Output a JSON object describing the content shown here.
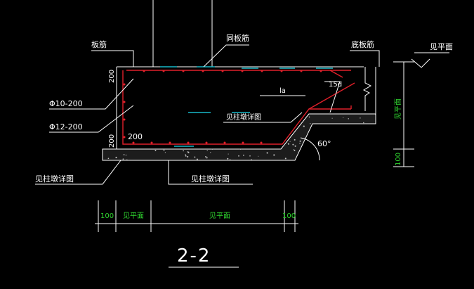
{
  "title": "2-2",
  "labels": {
    "slab_rebar": "板筋",
    "same_slab_rebar": "同板筋",
    "bottom_slab_rebar": "底板筋",
    "see_plan_top": "见平面",
    "dim_200_left_top": "200",
    "dim_200_left_mid": "200",
    "dim_200_inner": "200",
    "rebar_phi10": "Φ10-200",
    "rebar_phi12": "Φ12-200",
    "see_column_pier_right": "见柱墩详图",
    "see_column_pier_bottom": "见柱墩详图",
    "see_column_pier_left": "见柱墩详图",
    "la": "la",
    "d15": "15d",
    "angle": "60°",
    "see_plan_vertical": "见平面",
    "dim_100_vertical": "100",
    "dim_100_left": "100",
    "see_plan_bottom_left": "见平面",
    "see_plan_bottom_mid": "见平面",
    "dim_100_right": "100"
  },
  "colors": {
    "background": "#000000",
    "line": "#ffffff",
    "rebar": "#e0202a",
    "slab_dash": "#19b8c8",
    "dimension_text": "#2fd52f",
    "hatch": "#bfbfbf"
  }
}
